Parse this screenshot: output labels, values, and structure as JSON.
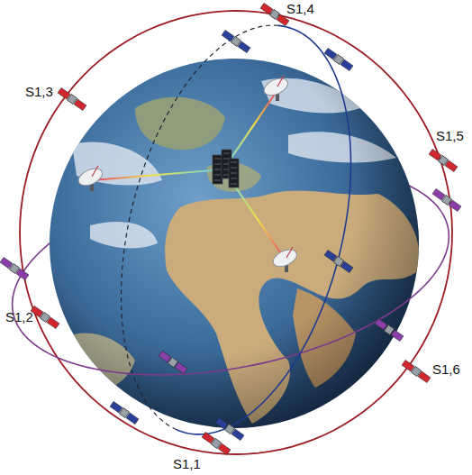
{
  "diagram": {
    "labels": [
      "S1,4",
      "S1,3",
      "S1,5",
      "S1,2",
      "S1,6",
      "S1,1"
    ]
  }
}
